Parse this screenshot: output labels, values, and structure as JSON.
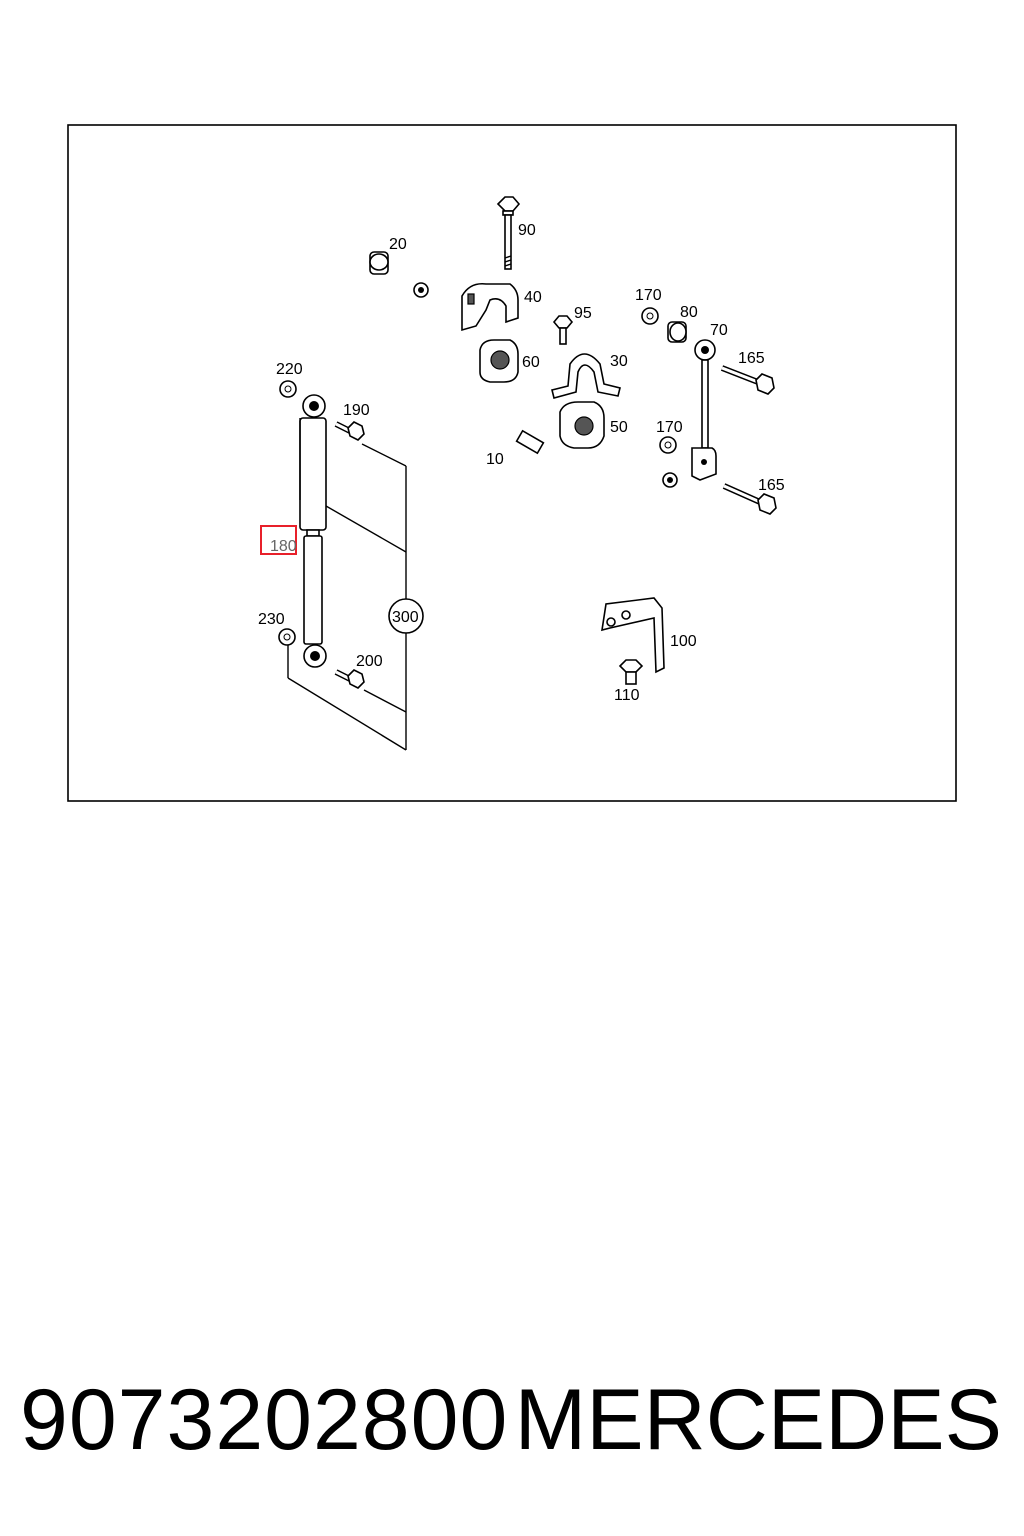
{
  "diagram": {
    "labels": {
      "l10": "10",
      "l20": "20",
      "l30": "30",
      "l40": "40",
      "l50": "50",
      "l60": "60",
      "l70": "70",
      "l80": "80",
      "l90": "90",
      "l95": "95",
      "l100": "100",
      "l110": "110",
      "l165a": "165",
      "l165b": "165",
      "l170a": "170",
      "l170b": "170",
      "l180": "180",
      "l190": "190",
      "l200": "200",
      "l220": "220",
      "l230": "230",
      "l300": "300"
    },
    "highlight_color": "#e8202a",
    "highlighted_part": "180"
  },
  "footer": {
    "part_number": "9073202800",
    "brand": "MERCEDES"
  }
}
